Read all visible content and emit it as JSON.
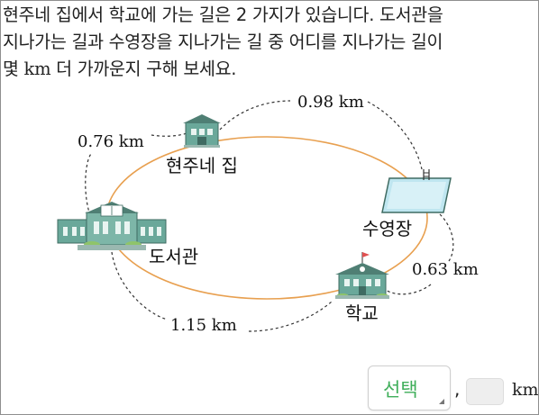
{
  "question": {
    "line1": "현주네 집에서 학교에 가는 길은 2 가지가 있습니다. 도서관을",
    "line2": "지나가는 길과 수영장을 지나가는 길 중 어디를 지나가는 길이",
    "line3_a": "몇 ",
    "line3_unit": "km",
    "line3_b": " 더 가까운지 구해 보세요."
  },
  "diagram": {
    "places": {
      "home": "현주네 집",
      "library": "도서관",
      "pool": "수영장",
      "school": "학교"
    },
    "distances": {
      "home_library": "0.76 km",
      "home_pool": "0.98 km",
      "pool_school": "0.63 km",
      "library_school": "1.15 km"
    },
    "colors": {
      "road": "#e8a050",
      "building": "#6aa89a",
      "roof": "#4f7f74",
      "pool_water": "#bfe6f0"
    }
  },
  "answer": {
    "select_label": "선택",
    "separator": ",",
    "unit": "km",
    "input_value": ""
  }
}
